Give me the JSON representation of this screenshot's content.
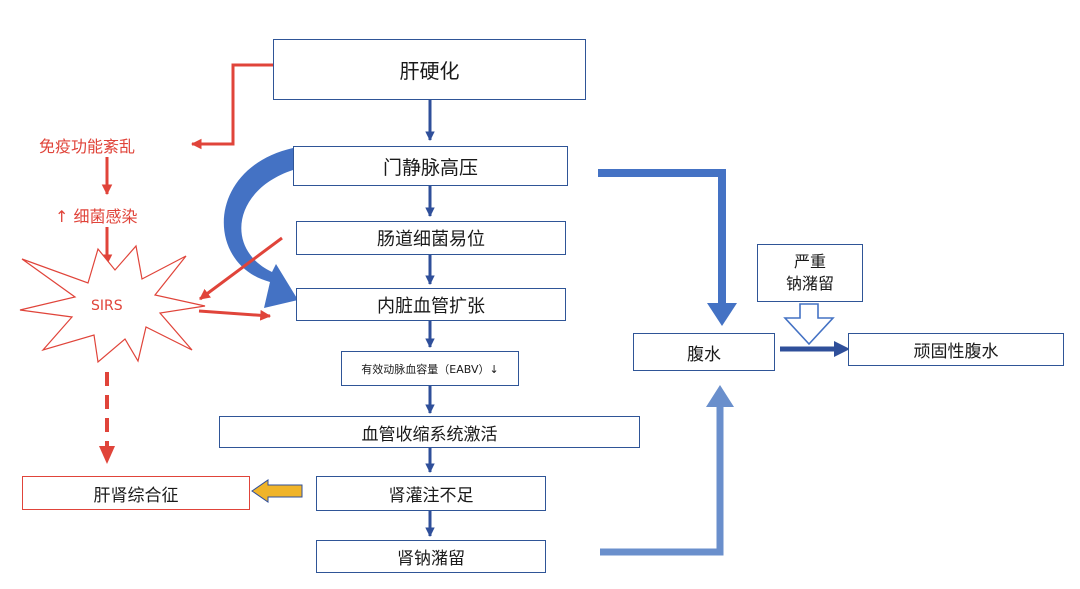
{
  "colors": {
    "box_border": "#2f5597",
    "navy_arrow": "#2f4f9a",
    "wide_arrow": "#4472c4",
    "red": "#e0443a",
    "yellow_arrow": "#f0b429"
  },
  "nodes": {
    "cirrhosis": "肝硬化",
    "portal_hypertension": "门静脉高压",
    "bacterial_translocation": "肠道细菌易位",
    "visceral_vasodilation": "内脏血管扩张",
    "eabv": "有效动脉血容量（EABV）↓",
    "vasoconstrictor_activation": "血管收缩系统激活",
    "renal_hypoperfusion": "肾灌注不足",
    "renal_sodium_retention": "肾钠潴留",
    "ascites": "腹水",
    "refractory_ascites": "顽固性腹水",
    "severe_sodium_retention": "严重\n钠潴留",
    "immune_dysfunction": "免疫功能紊乱",
    "bacterial_infection": "↑ 细菌感染",
    "sirs": "SIRS",
    "hepatorenal_syndrome": "肝肾综合征"
  }
}
